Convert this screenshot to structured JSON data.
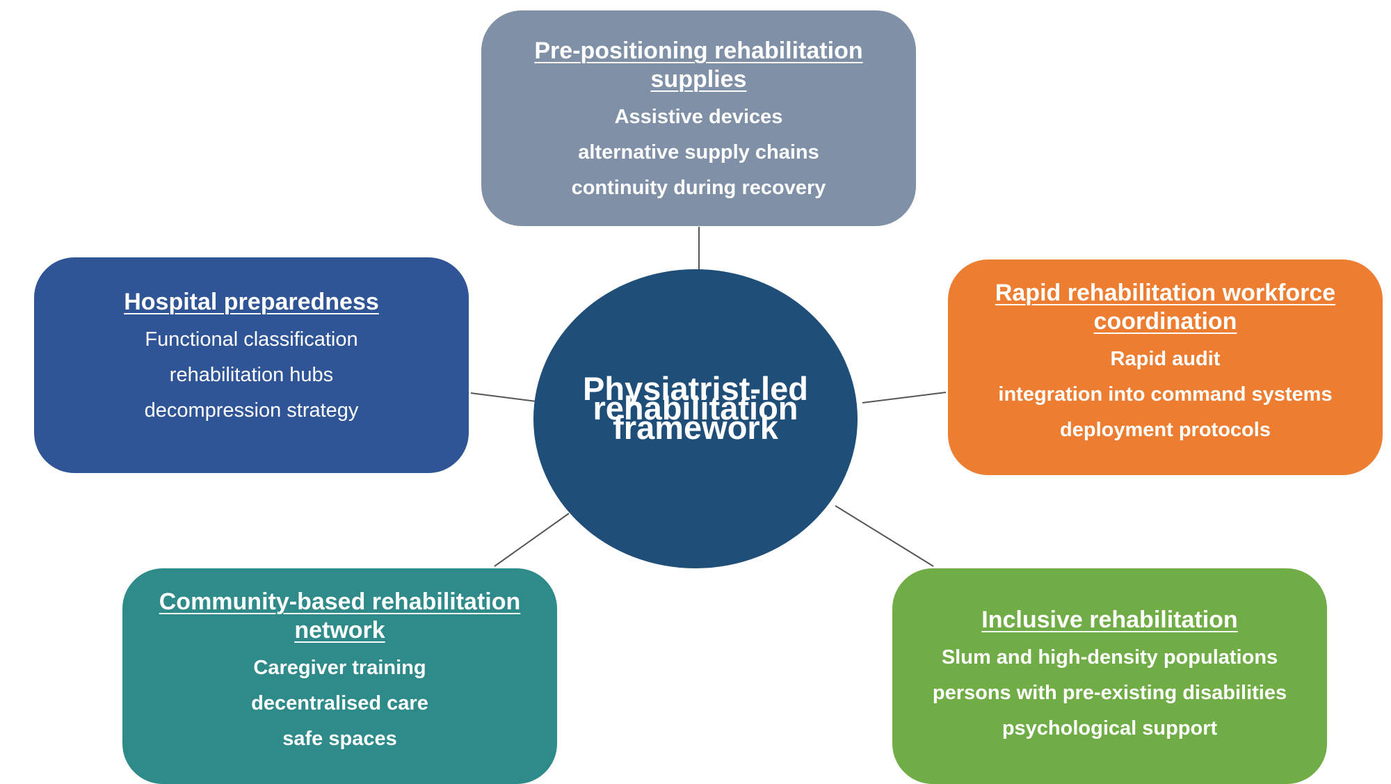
{
  "center": {
    "lines": [
      "Physiatrist-led",
      "rehabilitation",
      "framework"
    ],
    "color": "#1f4e79"
  },
  "nodes": {
    "top": {
      "title_lines": [
        "Pre-positioning rehabilitation",
        "supplies"
      ],
      "items": [
        "Assistive devices",
        "alternative supply chains",
        "continuity during recovery"
      ],
      "color": "#7f90a7"
    },
    "left": {
      "title_lines": [
        "Hospital preparedness"
      ],
      "items": [
        "Functional classification",
        "rehabilitation hubs",
        "decompression strategy"
      ],
      "color": "#2f5597"
    },
    "right": {
      "title_lines": [
        "Rapid rehabilitation workforce",
        "coordination"
      ],
      "items": [
        "Rapid audit",
        "integration into command systems",
        "deployment protocols"
      ],
      "color": "#ed7d31"
    },
    "bottom_left": {
      "title_lines": [
        "Community-based rehabilitation",
        "network"
      ],
      "items": [
        "Caregiver training",
        "decentralised care",
        "safe spaces"
      ],
      "color": "#2e8b89"
    },
    "bottom_right": {
      "title_lines": [
        "Inclusive rehabilitation"
      ],
      "items": [
        "Slum and high-density populations",
        "persons with pre-existing disabilities",
        "psychological support"
      ],
      "color": "#70ad47"
    }
  }
}
